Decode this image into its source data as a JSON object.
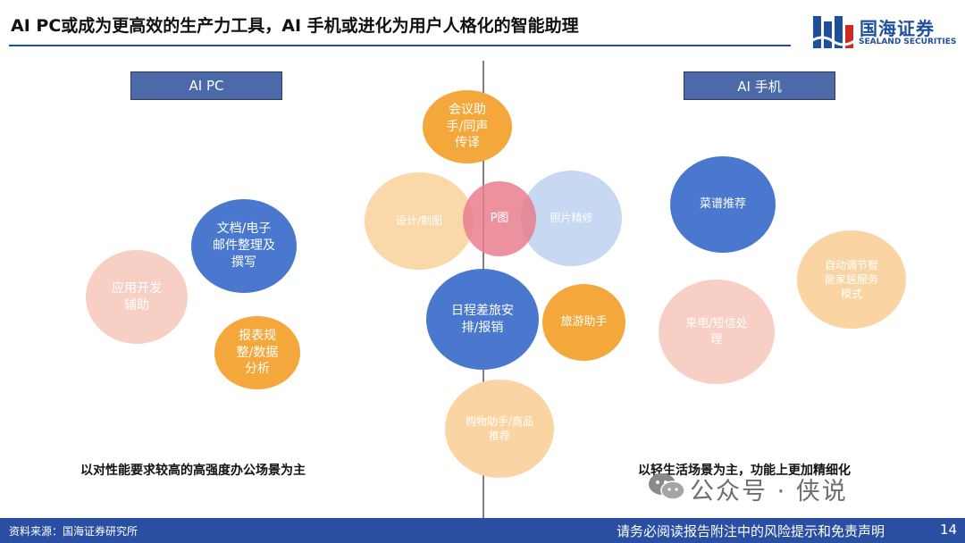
{
  "header": {
    "title": "AI PC或成为更高效的生产力工具，AI 手机或进化为用户人格化的智能助理",
    "logo_text": "国海证券",
    "logo_sub": "SEALAND SECURITIES"
  },
  "labels": {
    "left": "AI PC",
    "right": "AI 手机"
  },
  "bubbles": {
    "meeting": "会议助手/同声传译",
    "design": "设计/制图",
    "pimage": "P图",
    "photo": "照片精修",
    "schedule": "日程差旅安排/报销",
    "travel": "旅游助手",
    "shopping": "购物助手/商品推荐",
    "docs": "文档/电子邮件整理及撰写",
    "appdev": "应用开发辅助",
    "report": "报表规整/数据分析",
    "recipe": "菜谱推荐",
    "smarthome": "自动调节智能家居服务模式",
    "calls": "来电/短信处理"
  },
  "captions": {
    "left": "以对性能要求较高的高强度办公场景为主",
    "right": "以轻生活场景为主，功能上更加精细化"
  },
  "watermark": "公众号 · 侠说",
  "footer": {
    "source": "资料来源：国海证券研究所",
    "disclaimer": "请务必阅读报告附注中的风险提示和免责声明",
    "page": "14"
  },
  "colors": {
    "accent_blue": "#4a78cf",
    "orange": "#f4a73a",
    "light_orange": "#fad5a3",
    "pink": "#f8cfc4",
    "rose": "#e97f8f",
    "light_blue": "#c4d6f2",
    "footer": "#2a4fa2"
  }
}
